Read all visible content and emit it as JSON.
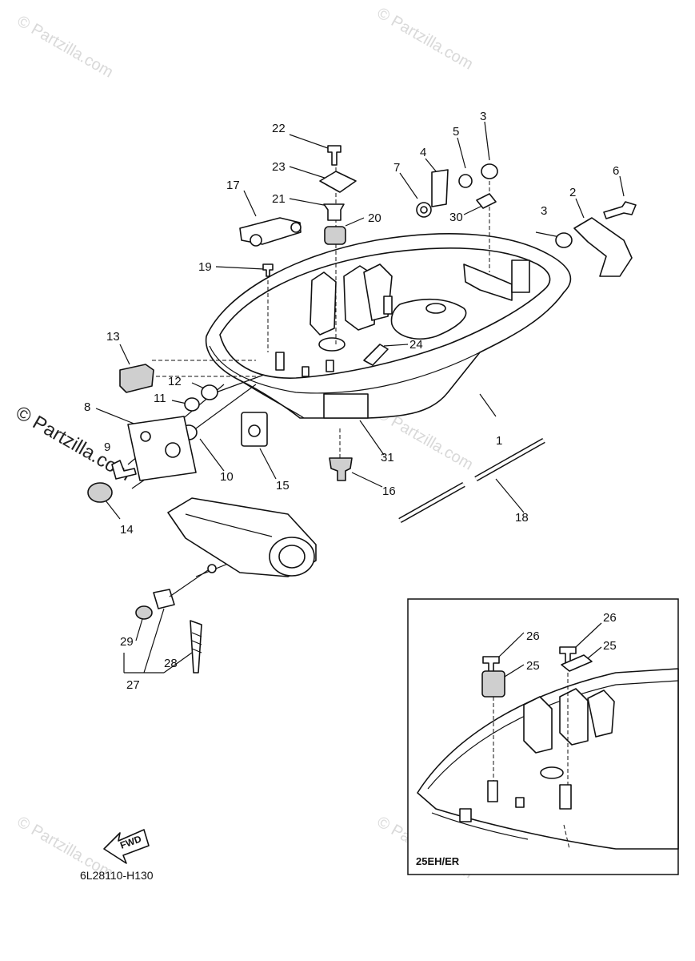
{
  "watermarks": [
    "© Partzilla.com"
  ],
  "diagram_code": "6L28110-H130",
  "fwd_label": "FWD",
  "inset_title": "25EH/ER",
  "callouts": [
    "1",
    "2",
    "3",
    "4",
    "5",
    "6",
    "7",
    "8",
    "9",
    "10",
    "11",
    "12",
    "13",
    "14",
    "15",
    "16",
    "17",
    "18",
    "19",
    "20",
    "21",
    "22",
    "23",
    "24",
    "25",
    "26",
    "27",
    "28",
    "29",
    "30",
    "31"
  ]
}
